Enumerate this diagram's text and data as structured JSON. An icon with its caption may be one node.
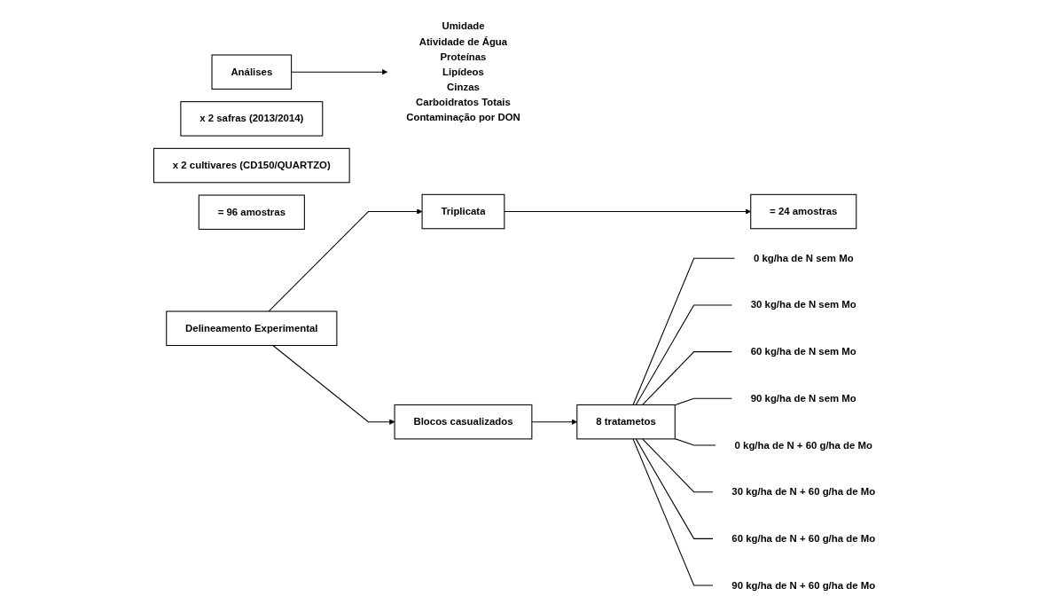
{
  "diagram": {
    "nodes": [
      {
        "text": [
          "Delineamento Experimental"
        ]
      },
      {
        "text": [
          "Triplicata"
        ]
      },
      {
        "text": [
          "= 24 amostras"
        ]
      },
      {
        "text": [
          "x 2 safras (2013/2014)"
        ]
      },
      {
        "text": [
          "x 2 cultivares (CD150/QUARTZO)"
        ]
      },
      {
        "text": [
          "= 96 amostras"
        ]
      },
      {
        "text": [
          "Análises"
        ]
      },
      {
        "text": [
          "Blocos casualizados"
        ]
      },
      {
        "text": [
          "8 tratametos"
        ]
      },
      {
        "text": [
          "0 kg/ha de N sem Mo"
        ]
      },
      {
        "text": [
          "30 kg/ha de N sem Mo"
        ]
      },
      {
        "text": [
          "60 kg/ha de N sem Mo"
        ]
      },
      {
        "text": [
          "90 kg/ha de N sem Mo"
        ]
      },
      {
        "text": [
          "0 kg/ha de N + 60 g/ha de Mo"
        ]
      },
      {
        "text": [
          "30 kg/ha de N + 60 g/ha de Mo"
        ]
      },
      {
        "text": [
          "60 kg/ha de N + 60 g/ha de Mo"
        ]
      },
      {
        "text": [
          "90 kg/ha de N + 60 g/ha de Mo"
        ]
      },
      {
        "text": [
          "Umidade",
          "Atividade de Água",
          "Proteínas",
          "Lipídeos",
          "Cinzas",
          "Carboidratos Totais",
          "Contaminação por DON"
        ]
      }
    ],
    "edges": [
      {
        "from": 0,
        "to": 1,
        "arrow": "to"
      },
      {
        "from": 1,
        "to": 2,
        "arrow": "to"
      },
      {
        "from": 0,
        "to": 7,
        "arrow": "to"
      },
      {
        "from": 7,
        "to": 8,
        "arrow": "to"
      },
      {
        "from": 8,
        "to": 9,
        "arrow": "none"
      },
      {
        "from": 8,
        "to": 10,
        "arrow": "none"
      },
      {
        "from": 8,
        "to": 11,
        "arrow": "none"
      },
      {
        "from": 8,
        "to": 12,
        "arrow": "none"
      },
      {
        "from": 8,
        "to": 13,
        "arrow": "none"
      },
      {
        "from": 8,
        "to": 14,
        "arrow": "none"
      },
      {
        "from": 8,
        "to": 15,
        "arrow": "none"
      },
      {
        "from": 8,
        "to": 16,
        "arrow": "none"
      },
      {
        "from": 6,
        "to": 17,
        "arrow": "to"
      }
    ]
  }
}
